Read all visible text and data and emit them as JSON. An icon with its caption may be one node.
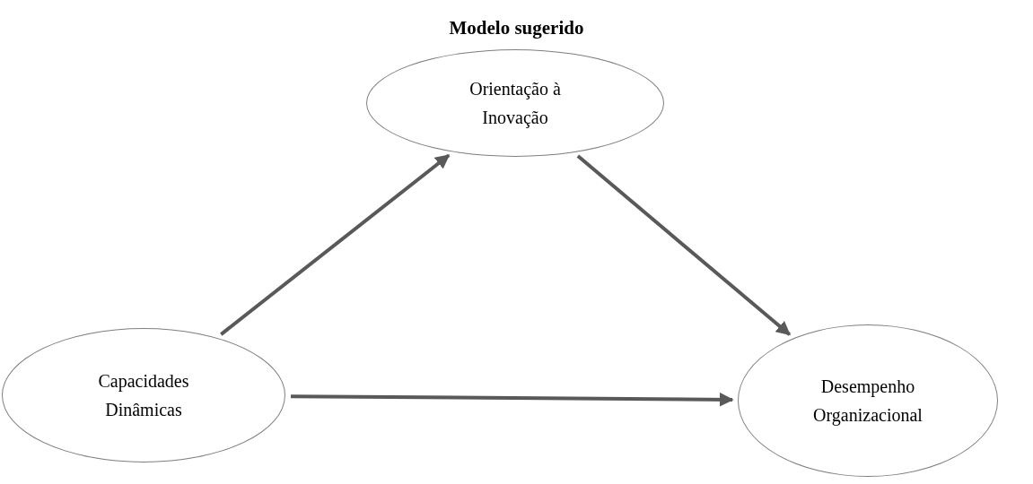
{
  "diagram": {
    "title": "Modelo sugerido",
    "nodes": [
      {
        "text": [
          "Orientação à Inovação"
        ]
      },
      {
        "text": [
          "Capacidades Dinâmicas"
        ]
      },
      {
        "text": [
          "Desempenho Organizacional"
        ]
      }
    ],
    "edges": [
      {
        "from": 1,
        "to": 0,
        "arrow": "to"
      },
      {
        "from": 0,
        "to": 2,
        "arrow": "to"
      },
      {
        "from": 1,
        "to": 2,
        "arrow": "to"
      }
    ]
  }
}
